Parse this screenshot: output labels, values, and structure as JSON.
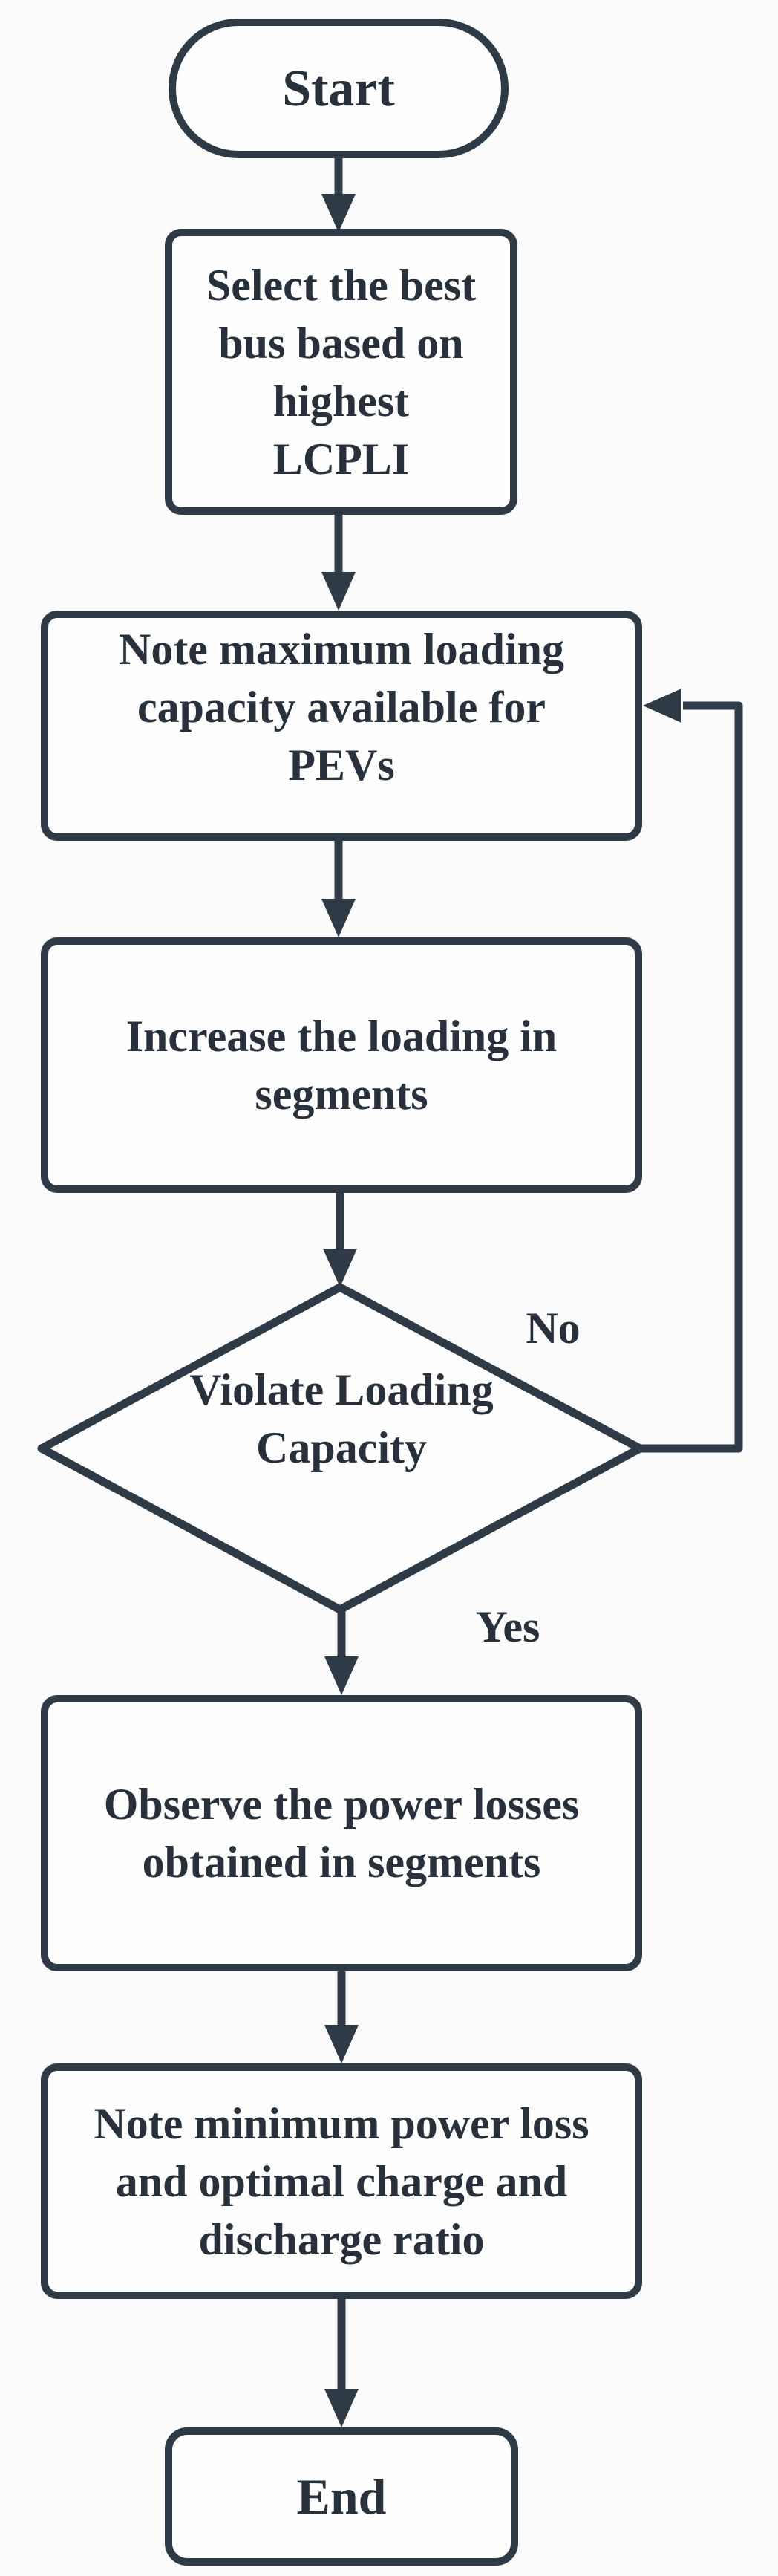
{
  "flowchart": {
    "description": "Flowchart for PEV optimal loading procedure",
    "colors": {
      "background": "#fafbfa",
      "node_fill": "#fdfefd",
      "stroke": "#2e3a45",
      "text": "#28313b"
    },
    "nodes": [
      {
        "id": "start",
        "type": "terminator",
        "label": "Start"
      },
      {
        "id": "select-bus",
        "type": "process",
        "lines": [
          "Select the best",
          "bus based on",
          "highest",
          "LCPLI"
        ]
      },
      {
        "id": "note-max-loading",
        "type": "process",
        "lines": [
          "Note maximum loading",
          "capacity available for",
          "PEVs"
        ]
      },
      {
        "id": "increase-loading",
        "type": "process",
        "lines": [
          "Increase the loading in",
          "segments"
        ]
      },
      {
        "id": "violate-loading-capacity",
        "type": "decision",
        "lines": [
          "Violate Loading",
          "Capacity"
        ]
      },
      {
        "id": "observe-losses",
        "type": "process",
        "lines": [
          "Observe the power losses",
          "obtained in segments"
        ]
      },
      {
        "id": "note-min-loss",
        "type": "process",
        "lines": [
          "Note minimum power loss",
          "and optimal charge and",
          "discharge ratio"
        ]
      },
      {
        "id": "end",
        "type": "terminator",
        "label": "End"
      }
    ],
    "edges": [
      {
        "from": "start",
        "to": "select-bus"
      },
      {
        "from": "select-bus",
        "to": "note-max-loading"
      },
      {
        "from": "note-max-loading",
        "to": "increase-loading"
      },
      {
        "from": "increase-loading",
        "to": "violate-loading-capacity"
      },
      {
        "from": "violate-loading-capacity",
        "to": "note-max-loading",
        "label": "No",
        "route": "right-side-feedback-loop"
      },
      {
        "from": "violate-loading-capacity",
        "to": "observe-losses",
        "label": "Yes"
      },
      {
        "from": "observe-losses",
        "to": "note-min-loss"
      },
      {
        "from": "note-min-loss",
        "to": "end"
      }
    ]
  }
}
